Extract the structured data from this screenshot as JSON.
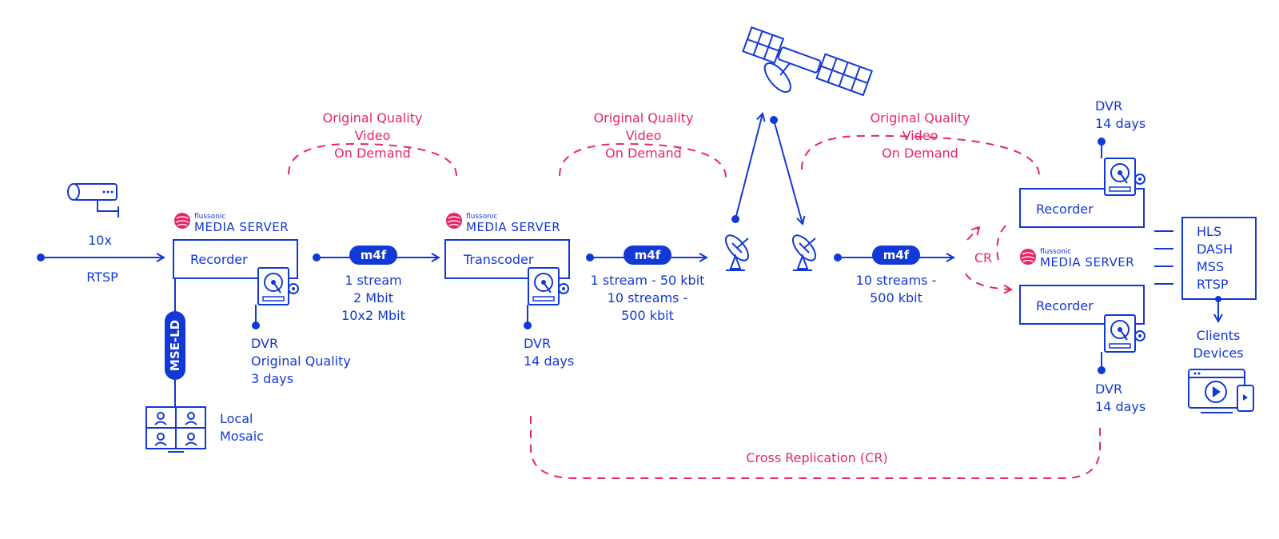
{
  "colors": {
    "primary": "#1238d6",
    "accent": "#e8256b",
    "background": "#ffffff"
  },
  "camera": {
    "count": "10x",
    "protocol": "RTSP",
    "icon": "ip-camera-icon"
  },
  "brand": {
    "small": "flussonic",
    "large": "MEDIA SERVER",
    "icon": "flussonic-logo-icon"
  },
  "server1": {
    "role": "Recorder",
    "dvr": [
      "DVR",
      "Original Quality",
      "3 days"
    ]
  },
  "mse": {
    "label": "MSE-LD"
  },
  "mosaic": {
    "lines": [
      "Local",
      "Mosaic"
    ],
    "icon": "mosaic-grid-icon"
  },
  "vod": [
    "Original Quality",
    "Video",
    "On Demand"
  ],
  "link1": {
    "tag": "m4f",
    "lines": [
      "1 stream",
      "2 Mbit",
      "10x2 Mbit"
    ]
  },
  "server2": {
    "role": "Transcoder",
    "dvr": [
      "DVR",
      "14 days"
    ]
  },
  "link2": {
    "tag": "m4f",
    "lines": [
      "1 stream - 50 kbit",
      "10 streams -",
      "500 kbit"
    ]
  },
  "satellite": {
    "icon": "satellite-icon",
    "uplink_icon": "satellite-dish-icon",
    "downlink_icon": "satellite-dish-icon"
  },
  "link3": {
    "tag": "m4f",
    "lines": [
      "10 streams -",
      "500 kbit"
    ]
  },
  "cr": {
    "short": "CR",
    "long": "Cross Replication (CR)"
  },
  "recorderTop": {
    "role": "Recorder",
    "dvr": [
      "DVR",
      "14 days"
    ]
  },
  "recorderBottom": {
    "role": "Recorder",
    "dvr": [
      "DVR",
      "14 days"
    ]
  },
  "protocols": [
    "HLS",
    "DASH",
    "MSS",
    "RTSP"
  ],
  "clients": {
    "lines": [
      "Clients",
      "Devices"
    ],
    "icon": "client-devices-icon"
  }
}
